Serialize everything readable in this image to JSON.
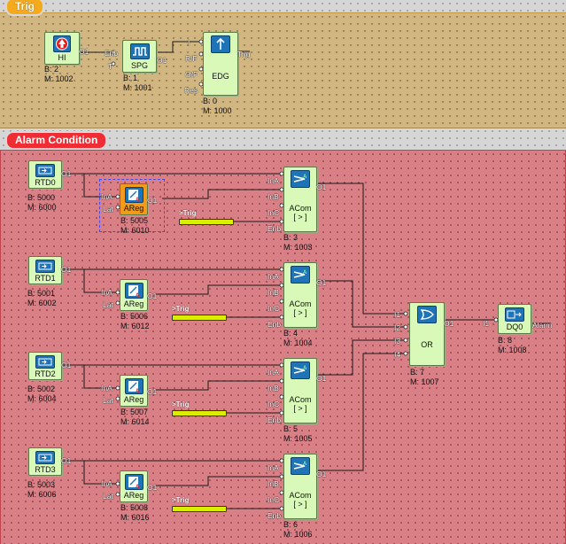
{
  "groups": {
    "trig": {
      "title": "Trig"
    },
    "alarm": {
      "title": "Alarm Condition"
    }
  },
  "blocks": {
    "hi": {
      "name": "HI",
      "b": "B: 2",
      "m": "M: 1002",
      "out": "O1"
    },
    "spg": {
      "name": "SPG",
      "b": "B: 1",
      "m": "M: 1001",
      "in": [
        "Enb",
        "T"
      ],
      "out": "O1"
    },
    "edg": {
      "name": "EDG",
      "b": "B: 0",
      "m": "M: 1000",
      "in": [
        "I",
        "R/F",
        "O/F",
        "Res"
      ],
      "out": "Trig"
    },
    "rtd0": {
      "name": "RTD0",
      "b": "B: 5000",
      "m": "M: 6000",
      "out": "O1"
    },
    "rtd1": {
      "name": "RTD1",
      "b": "B: 5001",
      "m": "M: 6002",
      "out": "O1"
    },
    "rtd2": {
      "name": "RTD2",
      "b": "B: 5002",
      "m": "M: 6004",
      "out": "O1"
    },
    "rtd3": {
      "name": "RTD3",
      "b": "B: 5003",
      "m": "M: 6006",
      "out": "O1"
    },
    "areg0": {
      "name": "AReg",
      "b": "B: 5005",
      "m": "M: 6010",
      "in": [
        "InA",
        "Lat"
      ],
      "out": "O1"
    },
    "areg1": {
      "name": "AReg",
      "b": "B: 5006",
      "m": "M: 6012",
      "in": [
        "InA",
        "Lat"
      ],
      "out": "O1"
    },
    "areg2": {
      "name": "AReg",
      "b": "B: 5007",
      "m": "M: 6014",
      "in": [
        "InA",
        "Lat"
      ],
      "out": "O1"
    },
    "areg3": {
      "name": "AReg",
      "b": "B: 5008",
      "m": "M: 6016",
      "in": [
        "InA",
        "Lat"
      ],
      "out": "O1"
    },
    "acom0": {
      "name": "ACom",
      "sub": "[ > ]",
      "b": "B: 3",
      "m": "M: 1003",
      "in": [
        "InA",
        "InB",
        "InC",
        "Enb"
      ],
      "out": "O1"
    },
    "acom1": {
      "name": "ACom",
      "sub": "[ > ]",
      "b": "B: 4",
      "m": "M: 1004",
      "in": [
        "InA",
        "InB",
        "InC",
        "Enb"
      ],
      "out": "O1"
    },
    "acom2": {
      "name": "ACom",
      "sub": "[ > ]",
      "b": "B: 5",
      "m": "M: 1005",
      "in": [
        "InA",
        "InB",
        "InC",
        "Enb"
      ],
      "out": "O1"
    },
    "acom3": {
      "name": "ACom",
      "sub": "[ > ]",
      "b": "B: 6",
      "m": "M: 1006",
      "in": [
        "InA",
        "InB",
        "InC",
        "Enb"
      ],
      "out": "O1"
    },
    "or": {
      "name": "OR",
      "b": "B: 7",
      "m": "M: 1007",
      "in": [
        "I1",
        "I2",
        "I3",
        "I4"
      ],
      "out": "O1"
    },
    "dq0": {
      "name": "DQ0",
      "b": "B: 8",
      "m": "M: 1008",
      "in": "I1",
      "out": "Alarm"
    }
  },
  "trig_refs": [
    ">Trig",
    ">Trig",
    ">Trig",
    ">Trig"
  ],
  "colors": {
    "trig_group": "#d2b681",
    "alarm_group": "#d97f86",
    "block_fill": "#d8f9b8",
    "icon_blue": "#1f73b7",
    "hi_red": "#e02020",
    "selected_orange": "#f29a1a",
    "trig_bar": "#d8f000"
  }
}
